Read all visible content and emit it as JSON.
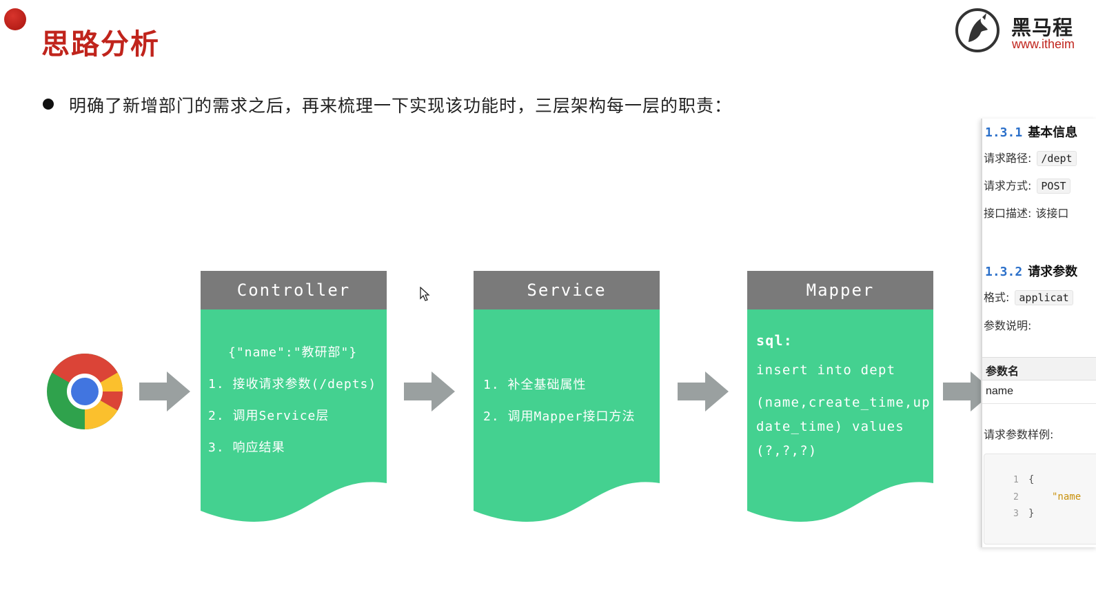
{
  "slide": {
    "title": "思路分析",
    "bullet": "明确了新增部门的需求之后，再来梳理一下实现该功能时，三层架构每一层的职责："
  },
  "logo": {
    "name": "黑马程",
    "url": "www.itheim"
  },
  "layers": [
    {
      "header": "Controller",
      "lines": [
        "{\"name\":\"教研部\"}",
        "1. 接收请求参数(/depts)",
        "2. 调用Service层",
        "3. 响应结果"
      ]
    },
    {
      "header": "Service",
      "lines": [
        "1. 补全基础属性",
        "2. 调用Mapper接口方法"
      ]
    },
    {
      "header": "Mapper",
      "lines": [
        "sql:",
        "insert into dept",
        "(name,create_time,up",
        "date_time) values",
        "(?,?,?)"
      ]
    }
  ],
  "api_panel": {
    "section1": {
      "num": "1.3.1",
      "title": "基本信息"
    },
    "path_label": "请求路径:",
    "path_value": "/dept",
    "method_label": "请求方式:",
    "method_value": "POST",
    "desc_label": "接口描述:",
    "desc_value": "该接口",
    "section2": {
      "num": "1.3.2",
      "title": "请求参数"
    },
    "format_label": "格式:",
    "format_value": "applicat",
    "params_label": "参数说明:",
    "table_header": "参数名",
    "table_row": "name",
    "sample_label": "请求参数样例:",
    "code_lines": [
      {
        "ln": "1",
        "text": "{"
      },
      {
        "ln": "2",
        "text": "\"name"
      },
      {
        "ln": "3",
        "text": "}"
      }
    ]
  },
  "colors": {
    "title_red": "#c0241c",
    "layer_green": "#44d190",
    "layer_header_gray": "#7a7a7a",
    "arrow_gray": "#9aa0a0",
    "link_blue": "#2a6fc9"
  }
}
